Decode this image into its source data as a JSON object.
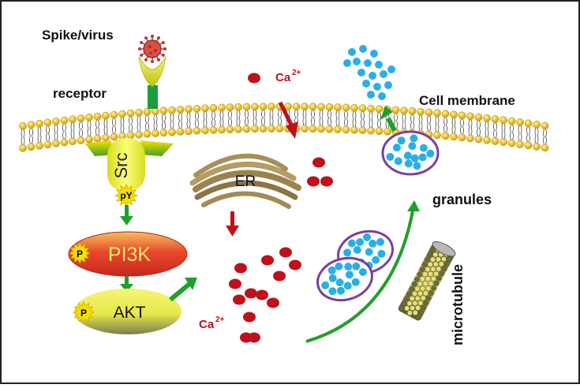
{
  "labels": {
    "spike_virus": "Spike/virus",
    "receptor": "receptor",
    "cell_membrane": "Cell membrane",
    "src": "Src",
    "py": "pY",
    "pi3k": "PI3K",
    "akt": "AKT",
    "p_badge": "P",
    "er": "ER",
    "ca_top": "Ca",
    "ca_bottom": "Ca",
    "ca_superscript": "2+",
    "granules": "granules",
    "microtubule": "microtubule"
  },
  "colors": {
    "membrane_head": "#e8b400",
    "receptor_top": "#c8c800",
    "receptor_stem": "#1a9e3c",
    "src_green": "#5fb82a",
    "src_yellow": "#f5f03a",
    "pi3k_fill": "#e8392a",
    "akt_fill": "#eef060",
    "calcium": "#c0101a",
    "granule_dot": "#2aaee8",
    "vesicle_outline": "#7a3fa0",
    "green_arrow": "#1fa02a",
    "red_arrow": "#c0101a",
    "er_fill": "#9b8350"
  }
}
